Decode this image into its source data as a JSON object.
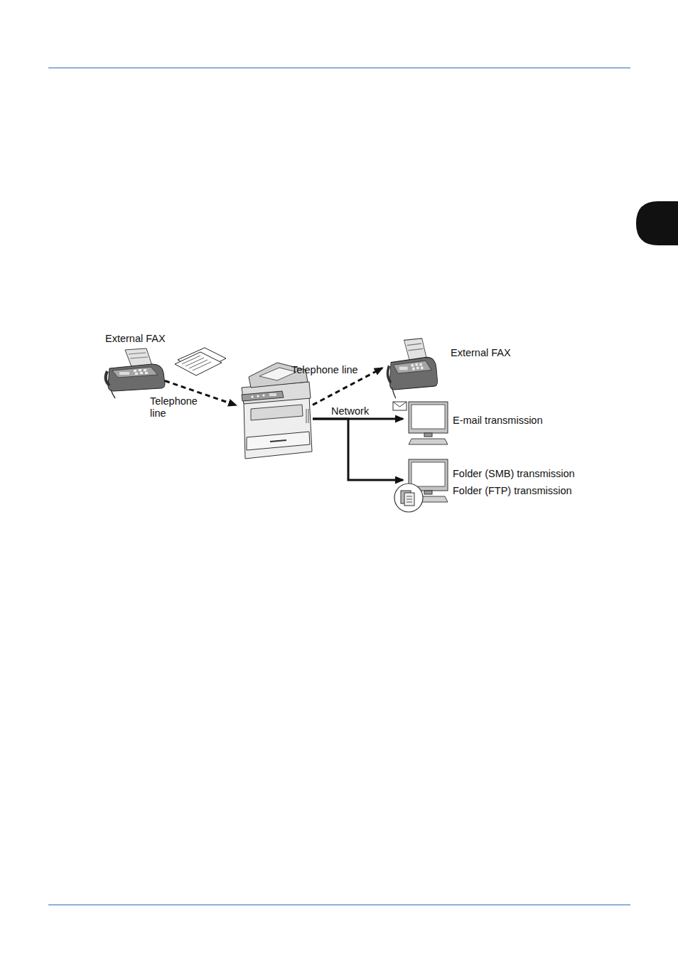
{
  "diagram": {
    "nodes": [
      {
        "text": [
          "External FAX"
        ]
      },
      {
        "text": []
      },
      {
        "text": [
          "External FAX"
        ]
      },
      {
        "text": [
          "E-mail transmission"
        ]
      },
      {
        "text": [
          "Folder (SMB) transmission",
          "Folder (FTP) transmission"
        ]
      }
    ],
    "edges": [
      {
        "from": 0,
        "to": 1,
        "label": "Telephone line",
        "arrow": "to"
      },
      {
        "from": 1,
        "to": 2,
        "label": "Telephone line",
        "arrow": "to"
      },
      {
        "from": 1,
        "to": 3,
        "label": "Network",
        "arrow": "to"
      },
      {
        "from": 1,
        "to": 4,
        "arrow": "to"
      }
    ]
  }
}
